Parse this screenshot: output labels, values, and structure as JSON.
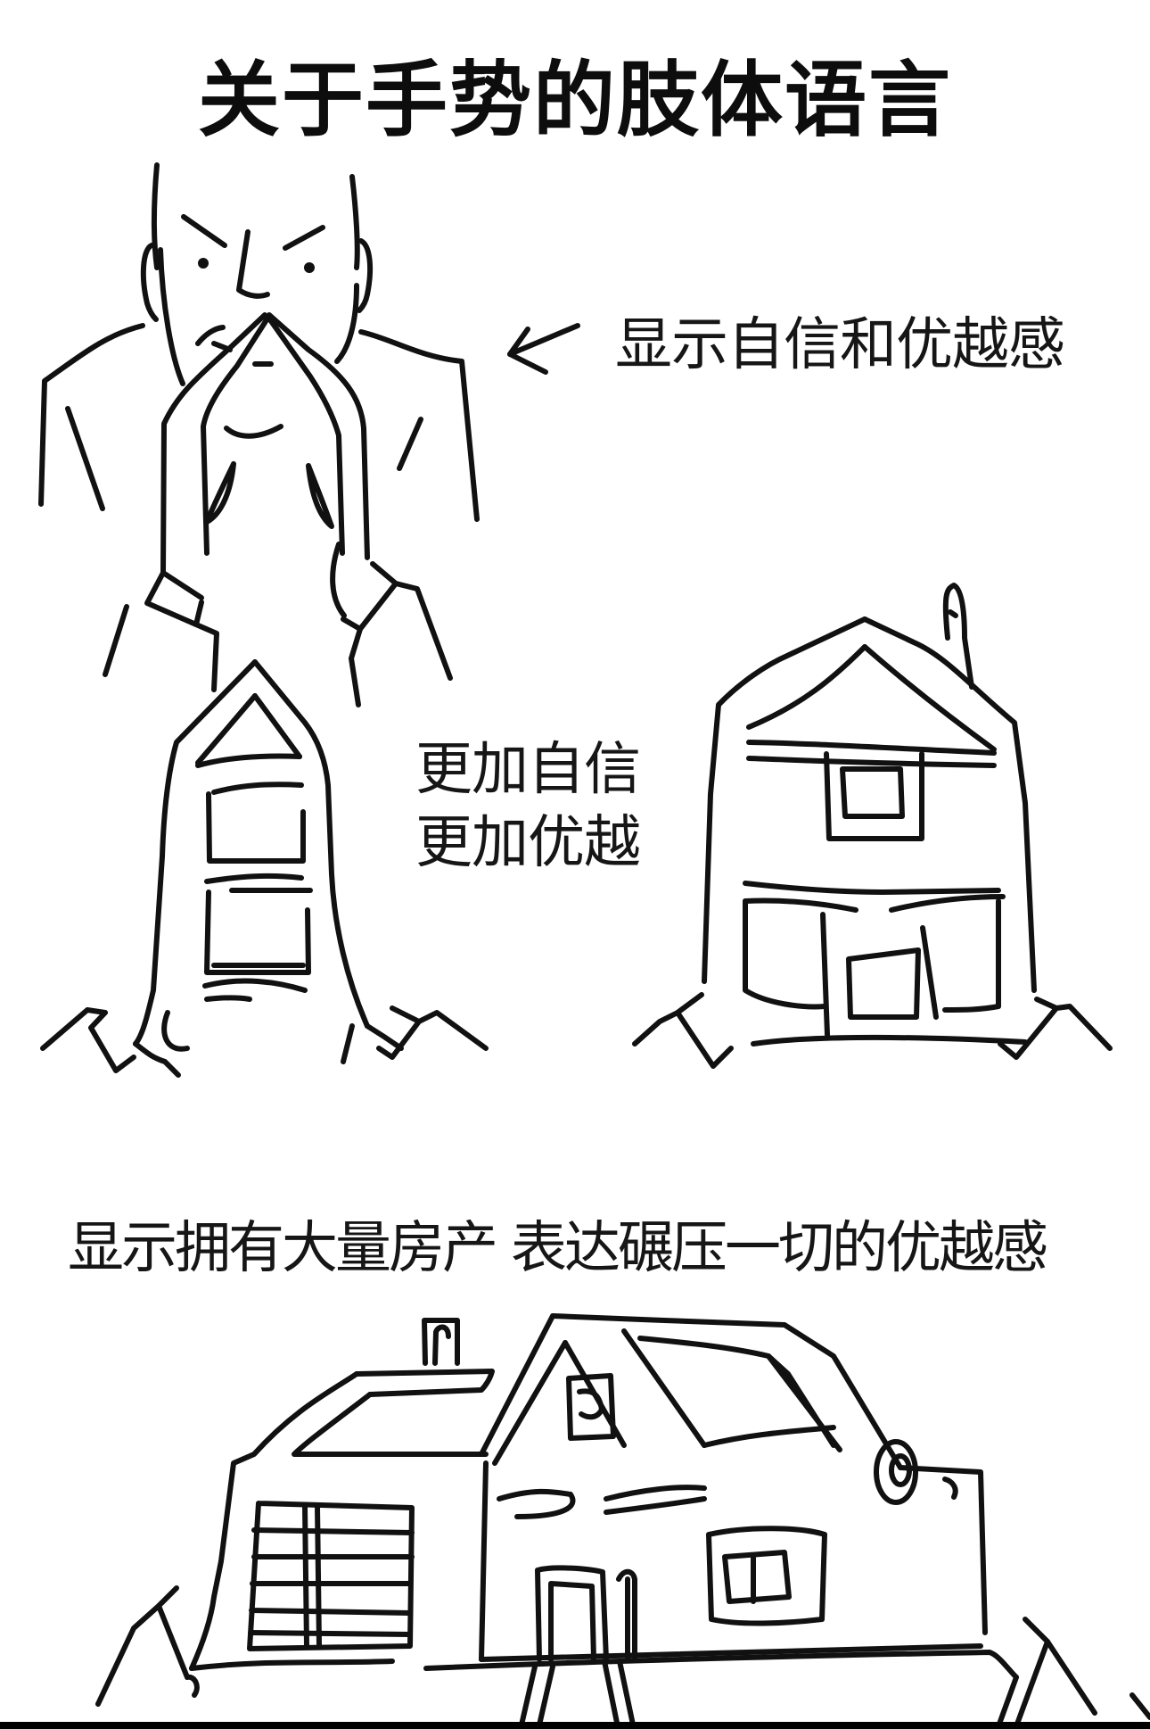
{
  "title": "关于手势的肢体语言",
  "panels": [
    {
      "id": "steeple-hands",
      "caption": "显示自信和优越感",
      "arrow": "arrow-left-icon",
      "drawing": "man-steepling-fingers"
    },
    {
      "id": "two-story-house-hands",
      "caption_lines": [
        "更加自信",
        "更加优越"
      ],
      "drawings": [
        "hands-forming-tall-house",
        "hands-forming-house-with-chimney"
      ]
    },
    {
      "id": "mansion-hands",
      "caption": "显示拥有大量房产 表达碾压一切的优越感",
      "drawing": "hands-forming-large-house"
    }
  ],
  "colors": {
    "background": "#ffffff",
    "ink": "#111111",
    "bottom_bar": "#000000"
  }
}
